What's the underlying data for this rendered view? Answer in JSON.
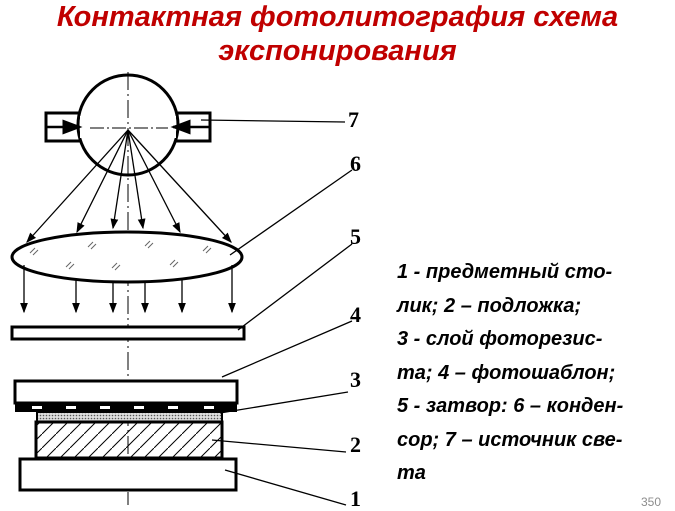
{
  "title": {
    "line1": "Контактная фотолитография схема",
    "line2": "экспонирования"
  },
  "diagram": {
    "labels": [
      "1",
      "2",
      "3",
      "4",
      "5",
      "6",
      "7"
    ]
  },
  "legend": {
    "lines": [
      "1 - предметный сто-",
      "лик; 2 – подложка;",
      "3 - слой фоторезис-",
      "та; 4 – фотошаблон;",
      "5 - затвор: 6 – конден-",
      "сор; 7 – источник све-",
      "та"
    ]
  },
  "page_number": "350"
}
